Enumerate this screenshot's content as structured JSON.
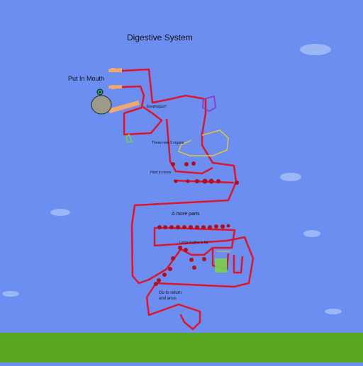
{
  "title": "Digestive System",
  "labels": {
    "put_in_mouth": "Put In Mouth",
    "esophagus": "Esophagus!!",
    "these_new_organs": "These new 3 organs",
    "hold_to_move": "Hold to move",
    "a_more_parts": "A more parts",
    "large_intestine": "Large instine is fat",
    "go_to_return_1": "Go to return",
    "go_to_return_2": "and anus"
  },
  "colors": {
    "sky": "#6b8ef0",
    "ground": "#5aa822",
    "path": "#e0142a",
    "dots": "#b0101e",
    "arm": "#f1a86c",
    "blob": "#9e9a8a",
    "pancreas": "#e6c23a",
    "spleen": "#8a3cc8",
    "gallbladder": "#7bd04a"
  },
  "icons": [
    "hand-icon",
    "player-creature-icon",
    "food-blob-icon",
    "character-face-icon"
  ]
}
